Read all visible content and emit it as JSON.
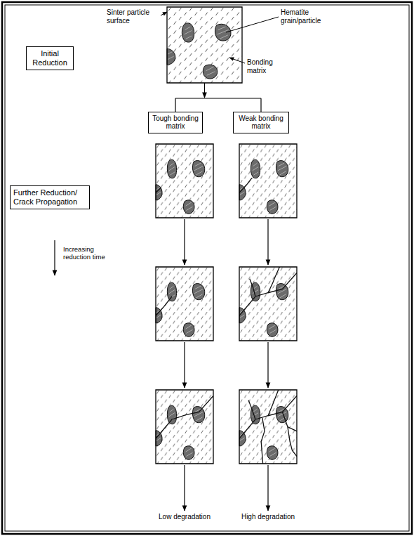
{
  "diagram": {
    "nodes": [
      {
        "text": [
          "Initial Reduction"
        ]
      },
      {
        "text": [
          "Tough bonding matrix"
        ]
      },
      {
        "text": [
          "Weak bonding matrix"
        ]
      },
      {
        "text": [
          "Further Reduction/ Crack Propagation"
        ]
      }
    ],
    "labels": [
      "Sinter particle surface",
      "Hematite grain/particle",
      "Bonding matrix",
      "Increasing reduction time",
      "Low degradation",
      "High degradation"
    ]
  }
}
